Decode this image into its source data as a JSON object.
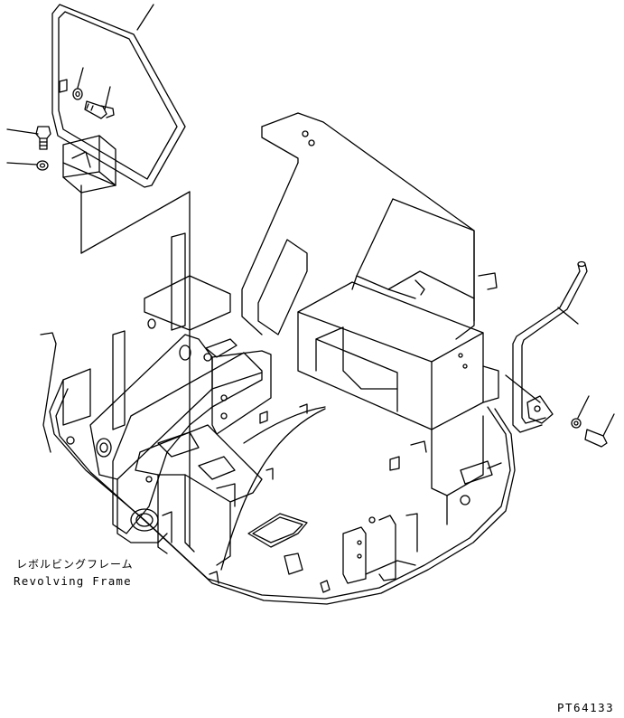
{
  "labels": {
    "part_name_jp": "レボルビングフレーム",
    "part_name_en": "Revolving Frame",
    "drawing_code": "PT64133"
  },
  "colors": {
    "line": "#000000",
    "background": "#ffffff"
  }
}
